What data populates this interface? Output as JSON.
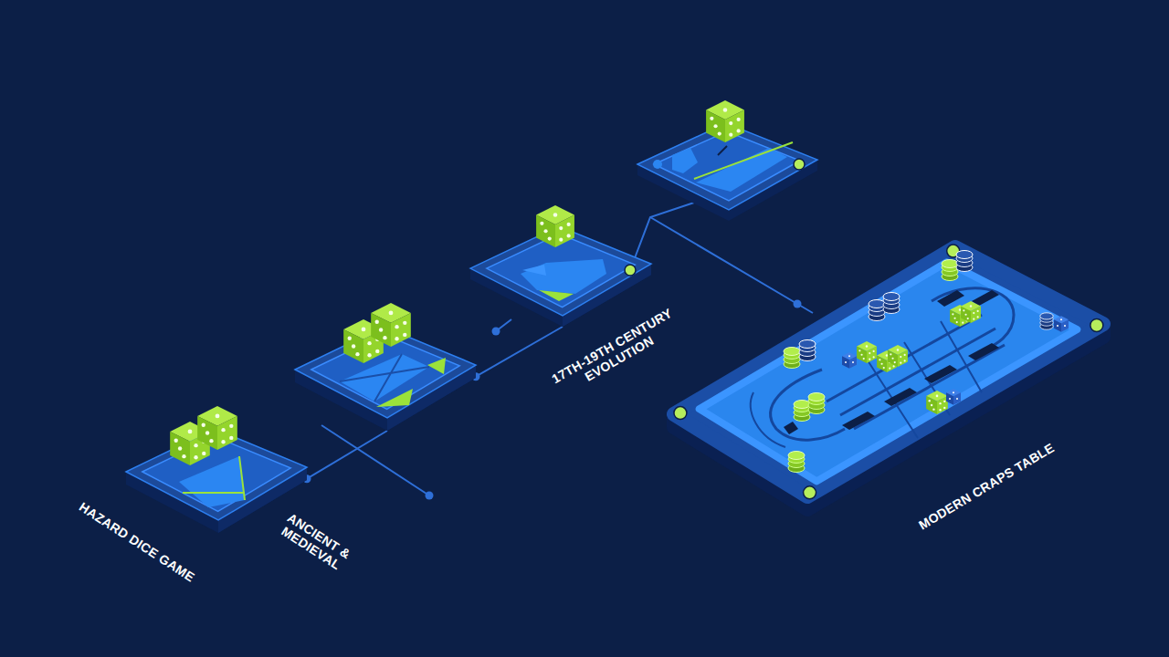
{
  "diagram": {
    "nodes": [
      {
        "text": [
          "HAZARD DICE GAME"
        ]
      },
      {
        "text": [
          "ANCIENT & MEDIEVAL"
        ]
      },
      {
        "text": [
          "17TH-19TH CENTURY EVOLUTION"
        ]
      },
      {
        "text": [
          "MODERN CRAPS TABLE"
        ]
      }
    ],
    "edges": [
      {
        "from": 0,
        "to": 1,
        "arrow": "none"
      },
      {
        "from": 1,
        "to": 2,
        "arrow": "none"
      }
    ]
  }
}
